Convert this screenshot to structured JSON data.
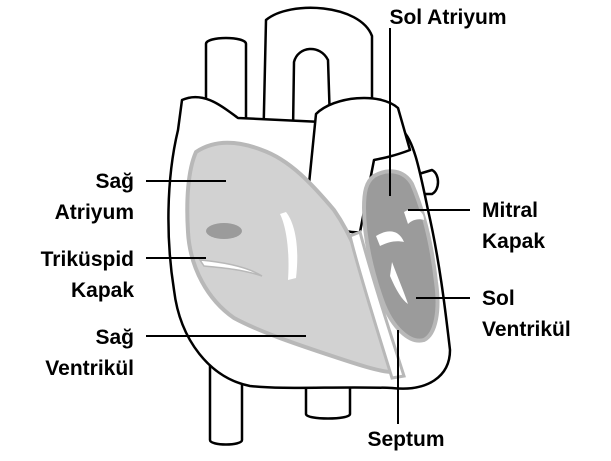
{
  "colors": {
    "outline": "#000000",
    "right_chambers": "#d2d2d2",
    "inner_rim": "#b8b8b8",
    "left_chambers": "#9b9b9b",
    "valve_white": "#ffffff",
    "text": "#000000"
  },
  "labels": {
    "sol_atriyum": "Sol Atriyum",
    "sag_atriyum_1": "Sağ",
    "sag_atriyum_2": "Atriyum",
    "trikuspid_1": "Triküspid",
    "trikuspid_2": "Kapak",
    "sag_ventrikul_1": "Sağ",
    "sag_ventrikul_2": "Ventrikül",
    "mitral_1": "Mitral",
    "mitral_2": "Kapak",
    "sol_ventrikul_1": "Sol",
    "sol_ventrikul_2": "Ventrikül",
    "septum": "Septum"
  }
}
